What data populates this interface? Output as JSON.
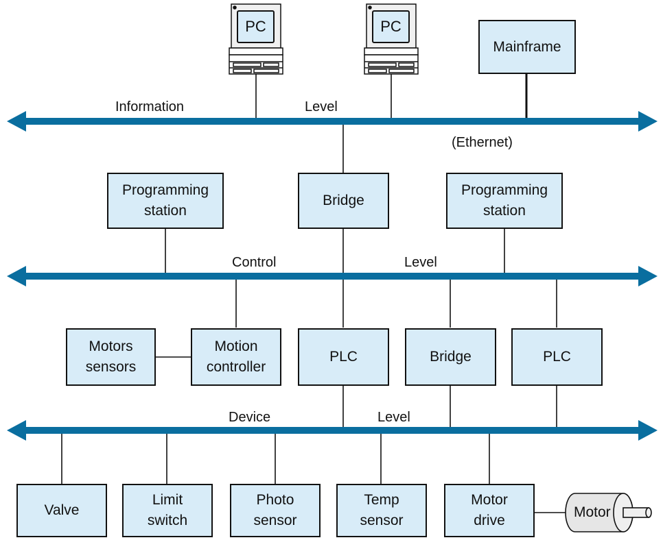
{
  "levels": {
    "information": {
      "left": "Information",
      "right": "Level",
      "network": "(Ethernet)"
    },
    "control": {
      "left": "Control",
      "right": "Level"
    },
    "device": {
      "left": "Device",
      "right": "Level"
    }
  },
  "computers": {
    "pc1": "PC",
    "pc2": "PC",
    "mainframe": "Mainframe"
  },
  "control_nodes": {
    "prog_station_1": "Programming\nstation",
    "bridge_top": "Bridge",
    "prog_station_2": "Programming\nstation"
  },
  "field_nodes": {
    "motors_sensors": "Motors\nsensors",
    "motion_controller": "Motion\ncontroller",
    "plc_1": "PLC",
    "bridge_mid": "Bridge",
    "plc_2": "PLC"
  },
  "devices": {
    "valve": "Valve",
    "limit_switch": "Limit\nswitch",
    "photo_sensor": "Photo\nsensor",
    "temp_sensor": "Temp\nsensor",
    "motor_drive": "Motor\ndrive",
    "motor": "Motor"
  },
  "colors": {
    "bus": "#0a6e9f",
    "box_fill": "#d8ecf8",
    "line": "#111111"
  }
}
